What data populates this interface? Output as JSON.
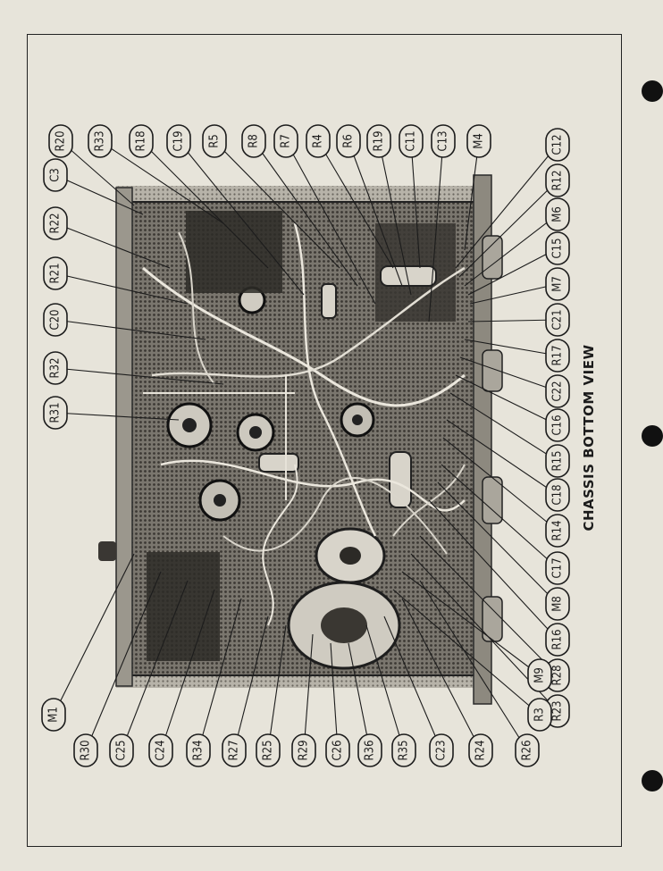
{
  "caption": "CHASSIS BOTTOM VIEW",
  "colors": {
    "paper": "#e7e4da",
    "ink": "#1c1c1c",
    "photo_bg": "#6e6a62",
    "photo_dark": "#2b2925"
  },
  "labels": {
    "top_row": [
      "R20",
      "R33",
      "R18",
      "C19",
      "R5",
      "R8",
      "R7",
      "R4",
      "R6",
      "R19",
      "C11",
      "C13",
      "M4"
    ],
    "left_column": [
      "C3",
      "R22",
      "R21",
      "C20",
      "R32",
      "R31"
    ],
    "right_column": [
      "C12",
      "R12",
      "M6",
      "C15",
      "M7",
      "C21",
      "R17",
      "C22",
      "C16",
      "R15",
      "C18",
      "R14",
      "C17",
      "M8",
      "R16",
      "R28",
      "R23",
      "M9",
      "R3"
    ],
    "bottom_row": [
      "M1",
      "R30",
      "C25",
      "C24",
      "R34",
      "R27",
      "R25",
      "R29",
      "C26",
      "R36",
      "R35",
      "C23",
      "R24",
      "R26"
    ]
  }
}
